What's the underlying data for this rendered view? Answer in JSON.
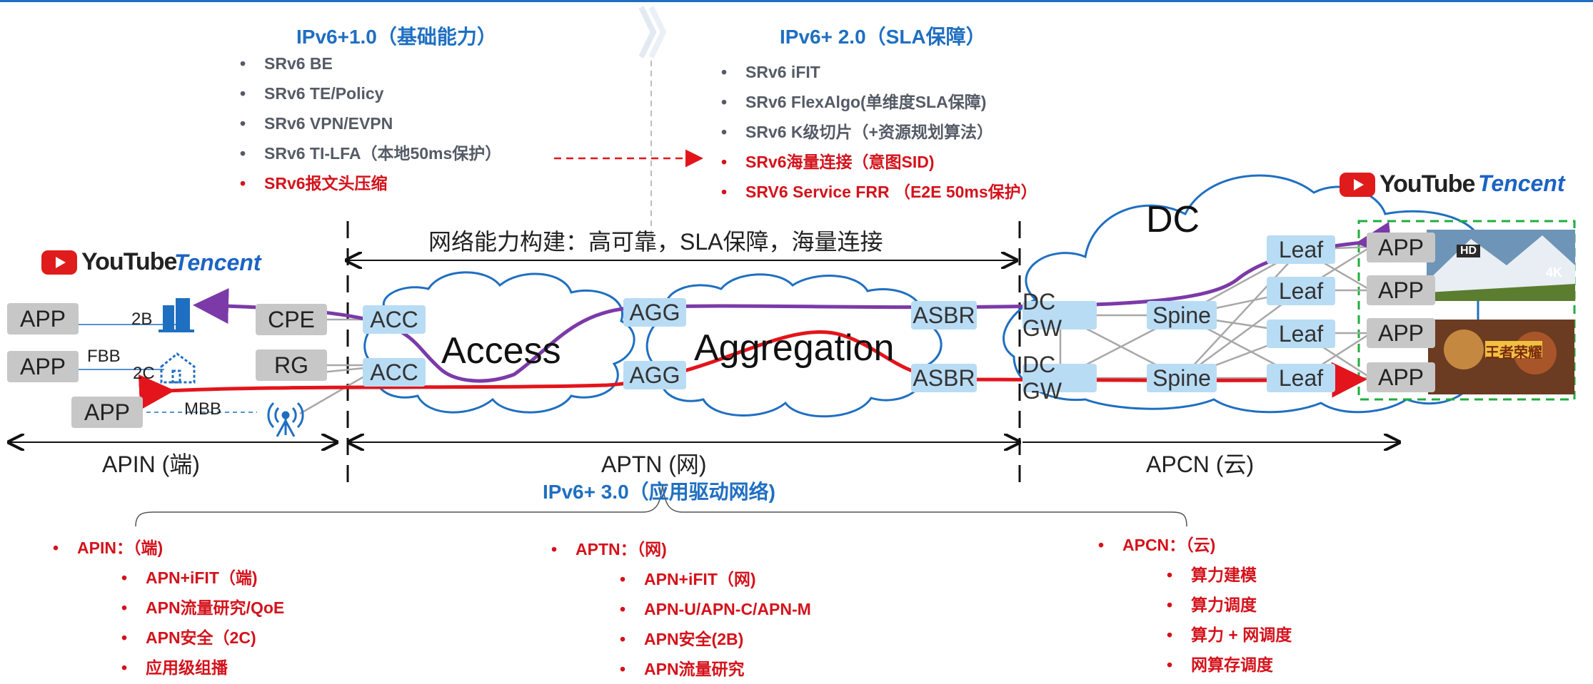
{
  "top_left": {
    "title": "IPv6+1.0（基础能力）",
    "items": [
      {
        "text": "SRv6 BE",
        "highlight": false
      },
      {
        "text": "SRv6 TE/Policy",
        "highlight": false
      },
      {
        "text": "SRv6 VPN/EVPN",
        "highlight": false
      },
      {
        "text": "SRv6 TI-LFA（本地50ms保护）",
        "highlight": false
      },
      {
        "text": "SRv6报文头压缩",
        "highlight": true
      }
    ]
  },
  "top_right": {
    "title": "IPv6+ 2.0（SLA保障）",
    "items": [
      {
        "text": "SRv6 iFIT",
        "highlight": false
      },
      {
        "text": "SRv6 FlexAlgo(单维度SLA保障)",
        "highlight": false
      },
      {
        "text": "SRv6 K级切片（+资源规划算法）",
        "highlight": false
      },
      {
        "text": "SRv6海量连接（意图SID)",
        "highlight": true
      },
      {
        "text": "SRV6 Service FRR （E2E 50ms保护）",
        "highlight": true
      }
    ]
  },
  "diagram": {
    "capability_label": "网络能力构建：高可靠，SLA保障，海量连接",
    "brands": {
      "youtube": "YouTube",
      "tencent": "Tencent"
    },
    "clouds": {
      "access": "Access",
      "aggregation": "Aggregation",
      "dc": "DC"
    },
    "apps": [
      "APP",
      "APP",
      "APP"
    ],
    "dc_apps": [
      "APP",
      "APP",
      "APP",
      "APP"
    ],
    "conn_labels": {
      "b2b": "2B",
      "fbb": "FBB",
      "c2c": "2C",
      "mbb": "MBB"
    },
    "devices": {
      "cpe": "CPE",
      "rg": "RG",
      "acc1": "ACC",
      "acc2": "ACC",
      "agg1": "AGG",
      "agg2": "AGG",
      "asbr1": "ASBR",
      "asbr2": "ASBR",
      "dcgw1": "DC GW",
      "dcgw2": "DC GW",
      "spine1": "Spine",
      "spine2": "Spine",
      "leaf1": "Leaf",
      "leaf2": "Leaf",
      "leaf3": "Leaf",
      "leaf4": "Leaf"
    },
    "badges": {
      "hd": "HD",
      "fourk": "4K",
      "game": "王者荣耀"
    },
    "segments": {
      "apin": "APIN (端)",
      "aptn": "APTN (网)",
      "apcn": "APCN (云)"
    },
    "colors": {
      "purple": "#7b3aa8",
      "red": "#e3141c",
      "cloud": "#1f6fc1",
      "green": "#1fae3c"
    }
  },
  "bottom": {
    "title": "IPv6+ 3.0（应用驱动网络)",
    "apin": {
      "head": "APIN：（端)",
      "items": [
        "APN+iFIT（端)",
        "APN流量研究/QoE",
        "APN安全（2C)",
        "应用级组播"
      ]
    },
    "aptn": {
      "head": "APTN：（网)",
      "items": [
        "APN+iFIT（网)",
        "APN-U/APN-C/APN-M",
        "APN安全(2B)",
        "APN流量研究"
      ]
    },
    "apcn": {
      "head": "APCN：（云)",
      "items": [
        "算力建模",
        "算力调度",
        "算力 + 网调度",
        "网算存调度"
      ]
    }
  }
}
